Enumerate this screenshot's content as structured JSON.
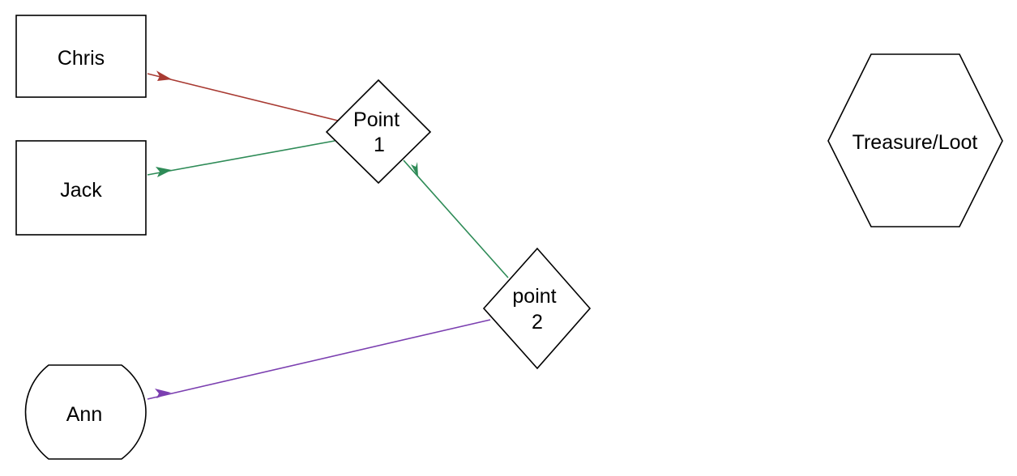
{
  "diagram": {
    "nodes": [
      {
        "id": "chris",
        "shape": "rectangle",
        "lines": [
          "Chris"
        ]
      },
      {
        "id": "jack",
        "shape": "rectangle",
        "lines": [
          "Jack"
        ]
      },
      {
        "id": "ann",
        "shape": "rounded-side-rectangle",
        "lines": [
          "Ann"
        ]
      },
      {
        "id": "point1",
        "shape": "diamond",
        "lines": [
          "Point",
          "1"
        ]
      },
      {
        "id": "point2",
        "shape": "diamond",
        "lines": [
          "point",
          "2"
        ]
      },
      {
        "id": "treasure",
        "shape": "hexagon",
        "lines": [
          "Treasure/Loot"
        ]
      }
    ],
    "edges": [
      {
        "id": "chris-point1",
        "from": "point1",
        "to": "chris",
        "color": "#a83a32"
      },
      {
        "id": "jack-point1",
        "from": "point1",
        "to": "jack",
        "color": "#2e8b57"
      },
      {
        "id": "point1-point2",
        "from": "point2",
        "to": "point1",
        "color": "#2e8b57"
      },
      {
        "id": "ann-point2",
        "from": "point2",
        "to": "ann",
        "color": "#7b3fb0"
      }
    ]
  }
}
